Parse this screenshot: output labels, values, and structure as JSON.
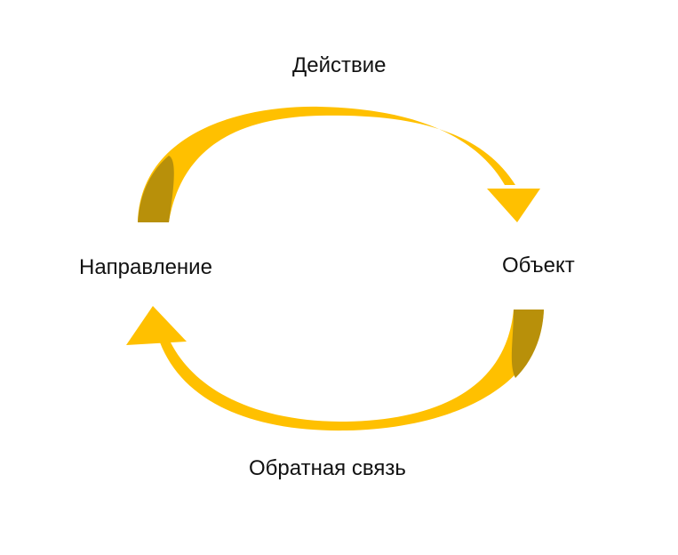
{
  "diagram": {
    "labels": {
      "top": "Действие",
      "left": "Направление",
      "right": "Объект",
      "bottom": "Обратная связь"
    },
    "colors": {
      "arrow_fill": "#FFC000",
      "arrow_shadow": "#B8900A",
      "text": "#111111",
      "background": "#FFFFFF"
    }
  }
}
